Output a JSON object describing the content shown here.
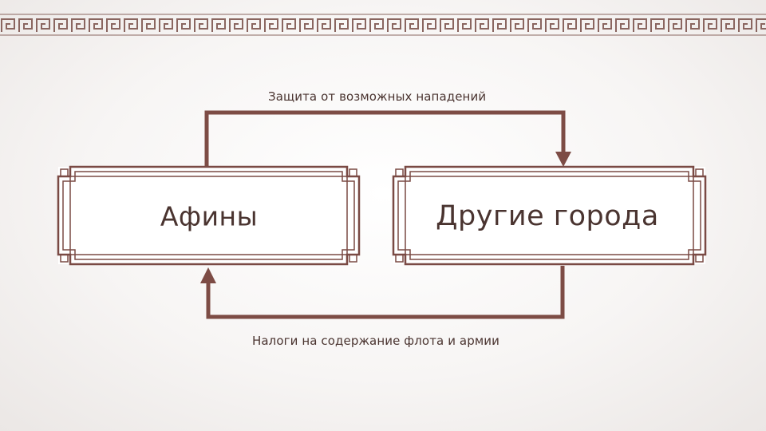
{
  "diagram": {
    "left_node": {
      "label": "Афины"
    },
    "right_node": {
      "label": "Другие города"
    },
    "top_arrow": {
      "label": "Защита от возможных нападений"
    },
    "bottom_arrow": {
      "label": "Налоги на содержание флота и армии"
    }
  },
  "colors": {
    "frame": "#7a4a44",
    "arrow": "#7d4c45",
    "text": "#4a3430",
    "border_pattern": "#8a6660"
  }
}
